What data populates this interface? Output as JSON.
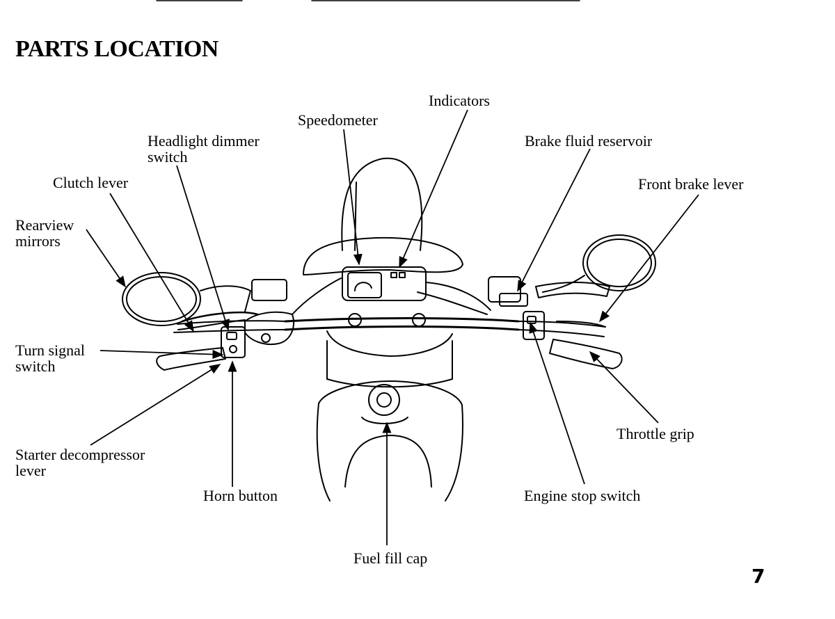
{
  "page": {
    "title": "PARTS LOCATION",
    "number": "7"
  },
  "labels": {
    "indicators": "Indicators",
    "speedometer": "Speedometer",
    "headlight_dimmer_switch": [
      "Headlight dimmer",
      "switch"
    ],
    "brake_fluid_reservoir": "Brake fluid reservoir",
    "clutch_lever": "Clutch lever",
    "front_brake_lever": "Front brake lever",
    "rearview_mirrors": [
      "Rearview",
      "mirrors"
    ],
    "turn_signal_switch": [
      "Turn signal",
      "switch"
    ],
    "starter_decompressor_lever": [
      "Starter decompressor",
      "lever"
    ],
    "horn_button": "Horn button",
    "throttle_grip": "Throttle grip",
    "engine_stop_switch": "Engine stop switch",
    "fuel_fill_cap": "Fuel fill cap"
  }
}
